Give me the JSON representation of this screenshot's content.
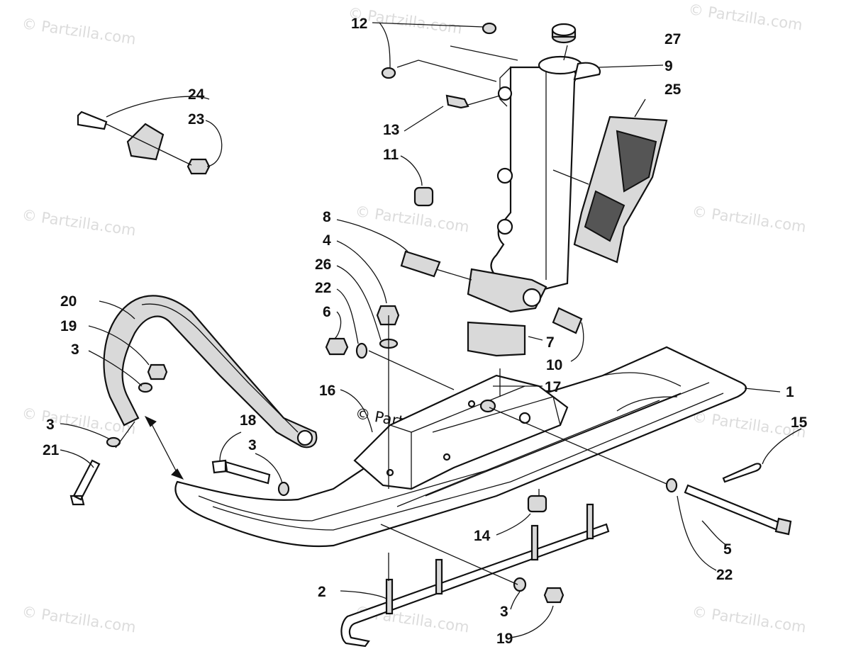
{
  "watermark": {
    "text": "Partzilla.com",
    "symbol": "©"
  },
  "callouts": [
    "12",
    "27",
    "9",
    "25",
    "24",
    "23",
    "13",
    "11",
    "8",
    "4",
    "26",
    "22",
    "6",
    "20",
    "19",
    "3",
    "7",
    "10",
    "16",
    "17",
    "1",
    "15",
    "18",
    "3",
    "21",
    "14",
    "5",
    "22",
    "2",
    "3",
    "19",
    "3"
  ],
  "colors": {
    "ink": "#111111",
    "watermark": "#dcdcdc",
    "shade": "#d9d9d9"
  }
}
